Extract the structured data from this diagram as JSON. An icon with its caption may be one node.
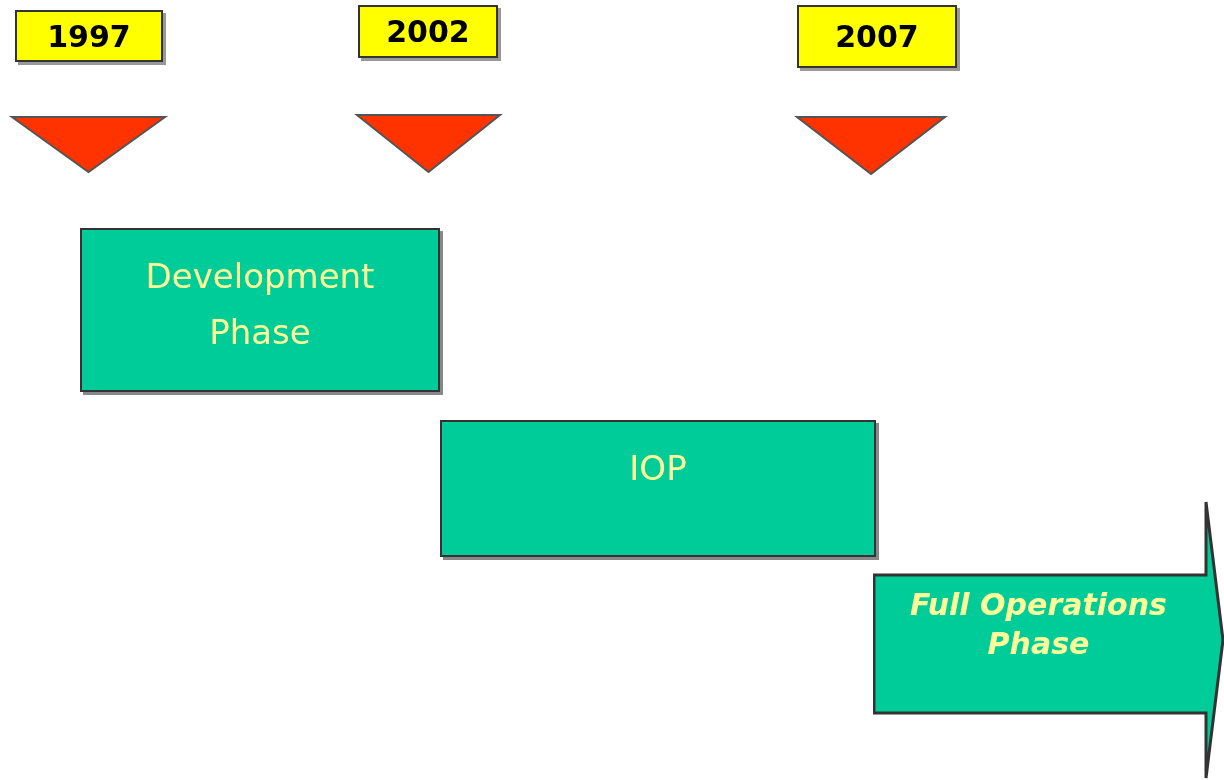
{
  "diagram": {
    "nodes": [
      {
        "text": [
          "1997"
        ]
      },
      {
        "text": [
          "2002"
        ]
      },
      {
        "text": [
          "2007"
        ]
      },
      {
        "text": [],
        "shape": "triangle"
      },
      {
        "text": [],
        "shape": "triangle"
      },
      {
        "text": [],
        "shape": "triangle"
      },
      {
        "text": [
          "Development Phase"
        ]
      },
      {
        "text": [
          "IOP"
        ]
      },
      {
        "text": [
          "Full Operations Phase"
        ]
      }
    ]
  }
}
